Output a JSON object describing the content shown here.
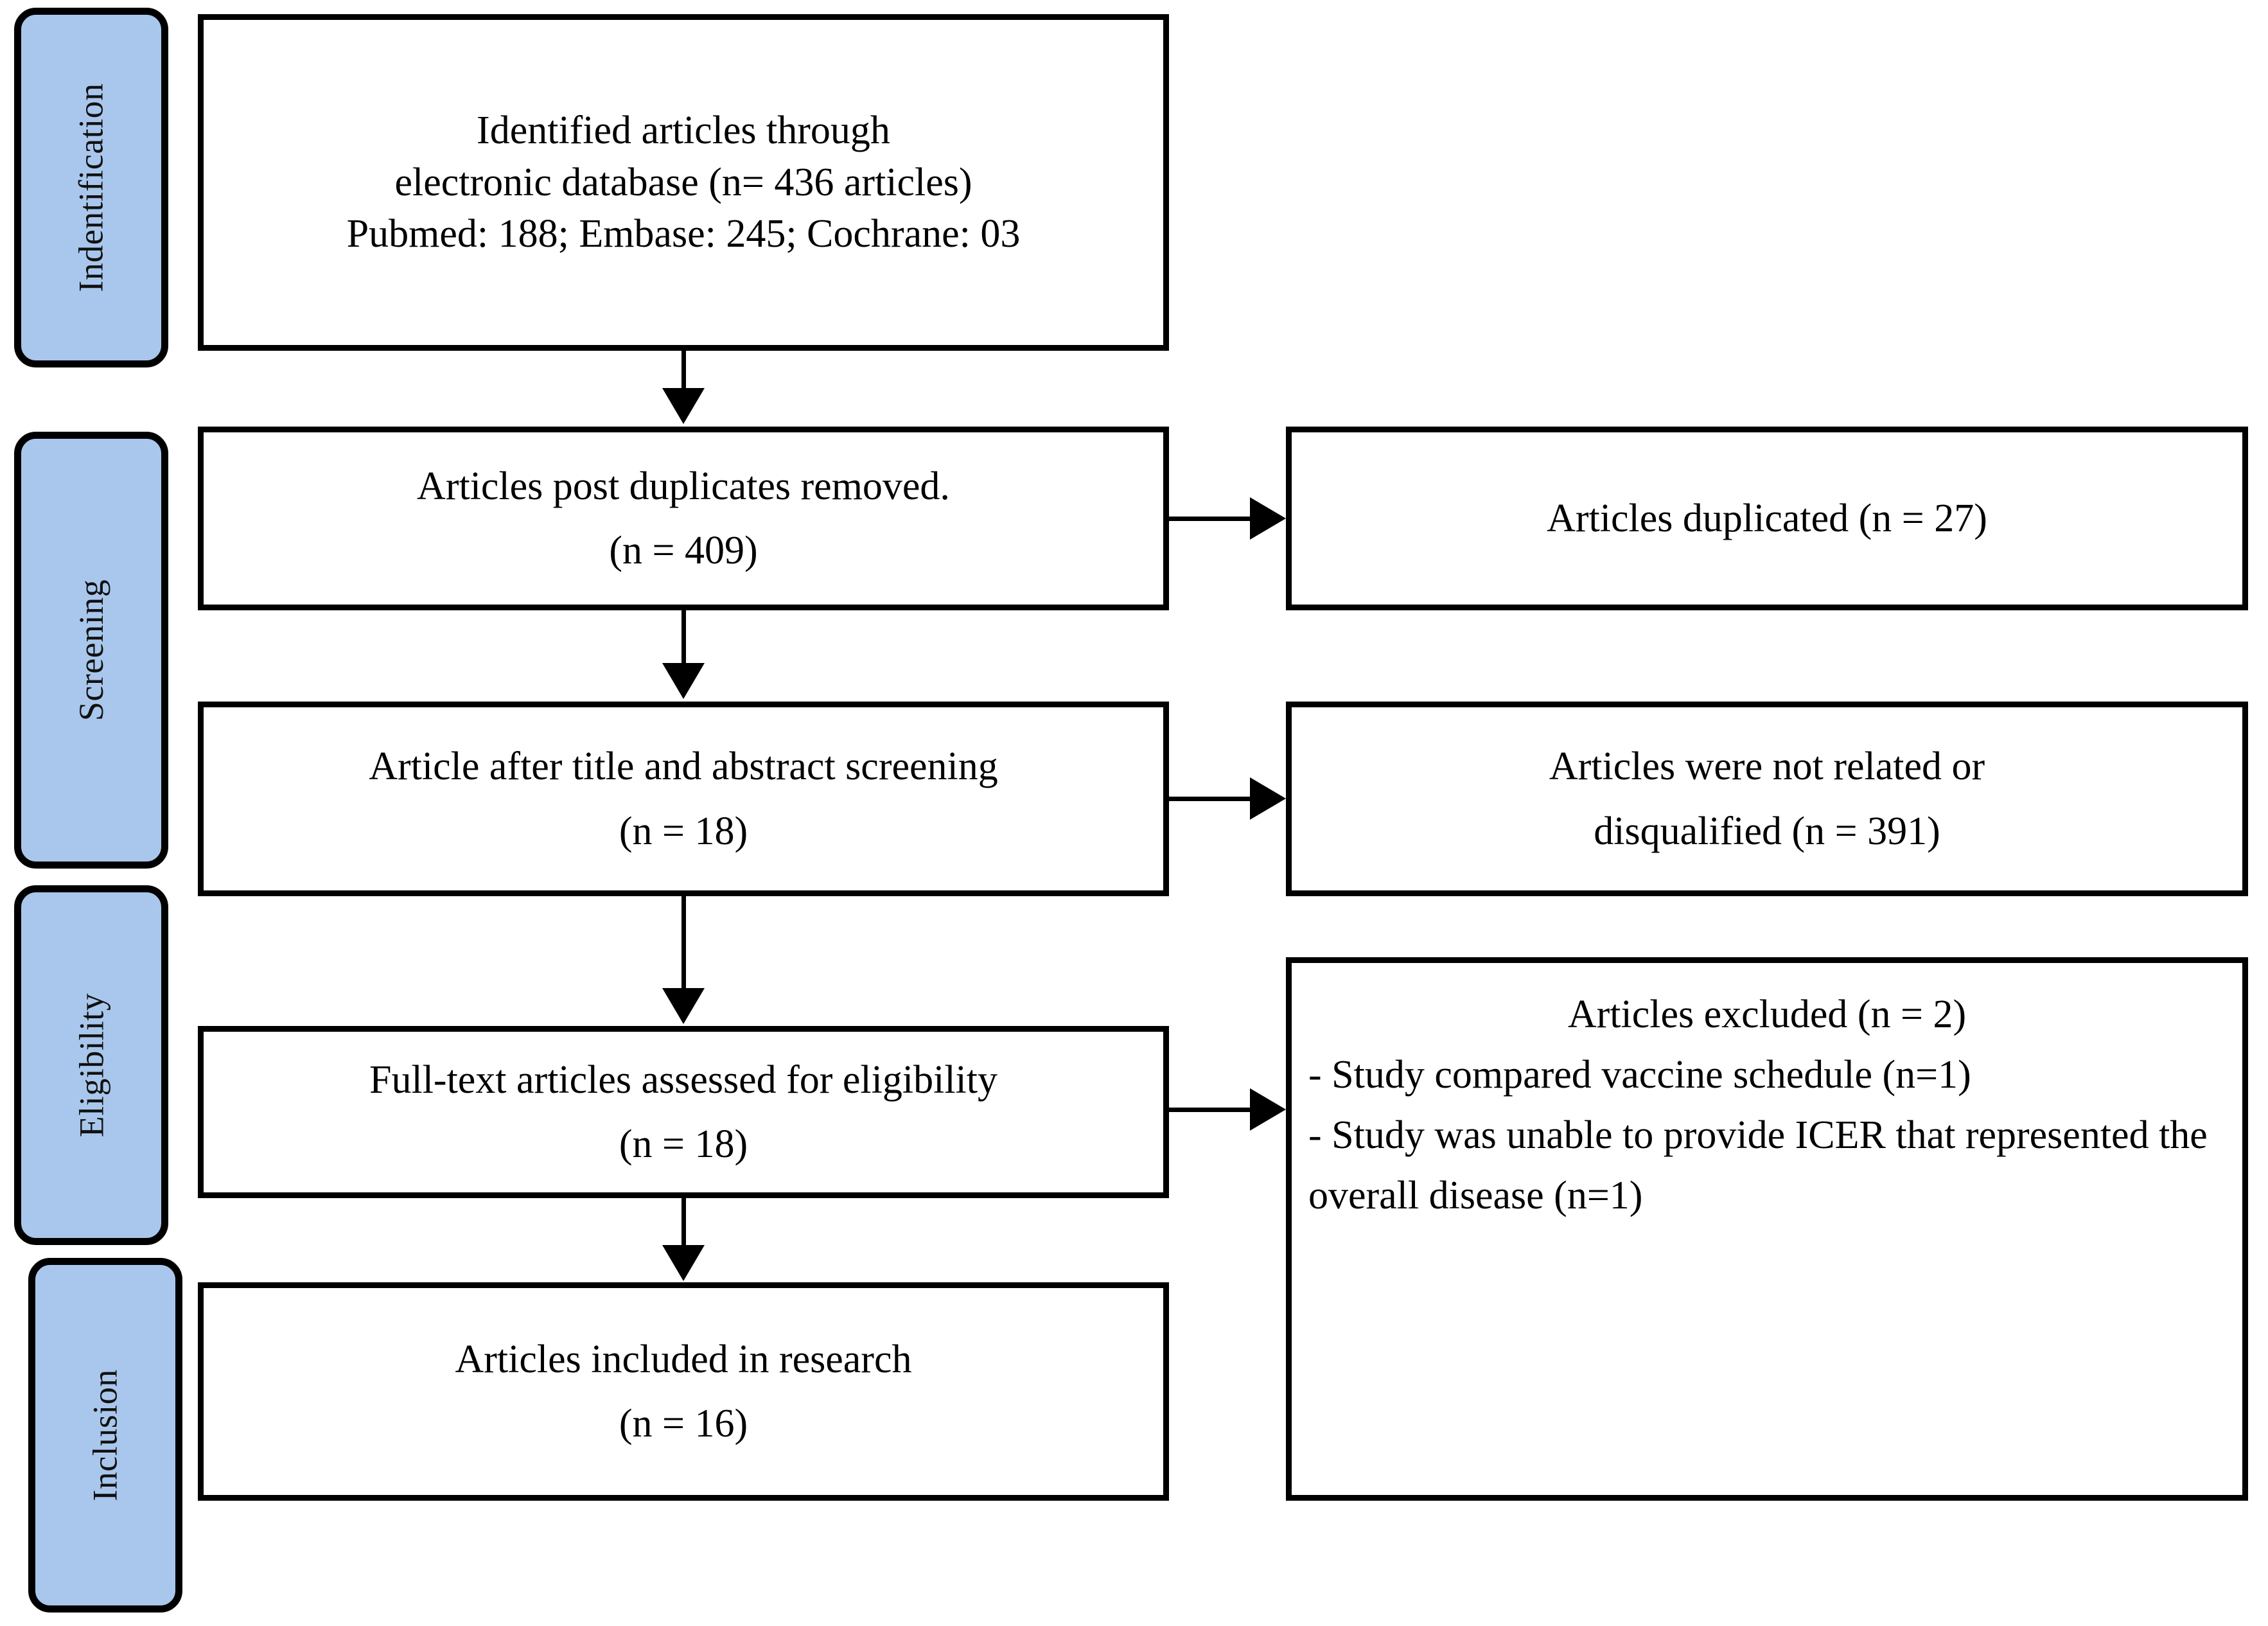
{
  "diagram": {
    "type": "prisma-flow-diagram",
    "accent_color": "#a9c7ec",
    "stroke_color": "#000000",
    "background_color": "#ffffff"
  },
  "stages": [
    {
      "id": "identification",
      "label": "Indentification"
    },
    {
      "id": "screening",
      "label": "Screening"
    },
    {
      "id": "eligibility",
      "label": "Eligibility"
    },
    {
      "id": "inclusion",
      "label": "Inclusion"
    }
  ],
  "nodes": {
    "identified": {
      "line1": "Identified articles through",
      "line2": "electronic database (n= 436 articles)",
      "line3": "Pubmed: 188; Embase: 245; Cochrane: 03"
    },
    "post_duplicates": {
      "line1": "Articles post duplicates removed.",
      "line2": "(n = 409)"
    },
    "duplicated": {
      "line1": "Articles duplicated (n = 27)"
    },
    "after_title_abstract": {
      "line1": "Article after title and abstract screening",
      "line2": "(n = 18)"
    },
    "not_related": {
      "line1": "Articles were not related or",
      "line2": "disqualified (n = 391)"
    },
    "full_text": {
      "line1": "Full-text articles assessed for eligibility",
      "line2": "(n = 18)"
    },
    "excluded": {
      "heading": "Articles excluded (n = 2)",
      "reason1": "- Study compared vaccine schedule (n=1)",
      "reason2": "- Study was unable to provide ICER that represented the overall disease (n=1)"
    },
    "included": {
      "line1": "Articles included in research",
      "line2": "(n = 16)"
    }
  },
  "counts": {
    "identified_total": 436,
    "pubmed": 188,
    "embase": 245,
    "cochrane": 3,
    "post_duplicates": 409,
    "duplicated": 27,
    "after_title_abstract": 18,
    "not_related_or_disqualified": 391,
    "full_text_assessed": 18,
    "excluded": 2,
    "excluded_vaccine_schedule": 1,
    "excluded_no_overall_icer": 1,
    "included": 16
  }
}
